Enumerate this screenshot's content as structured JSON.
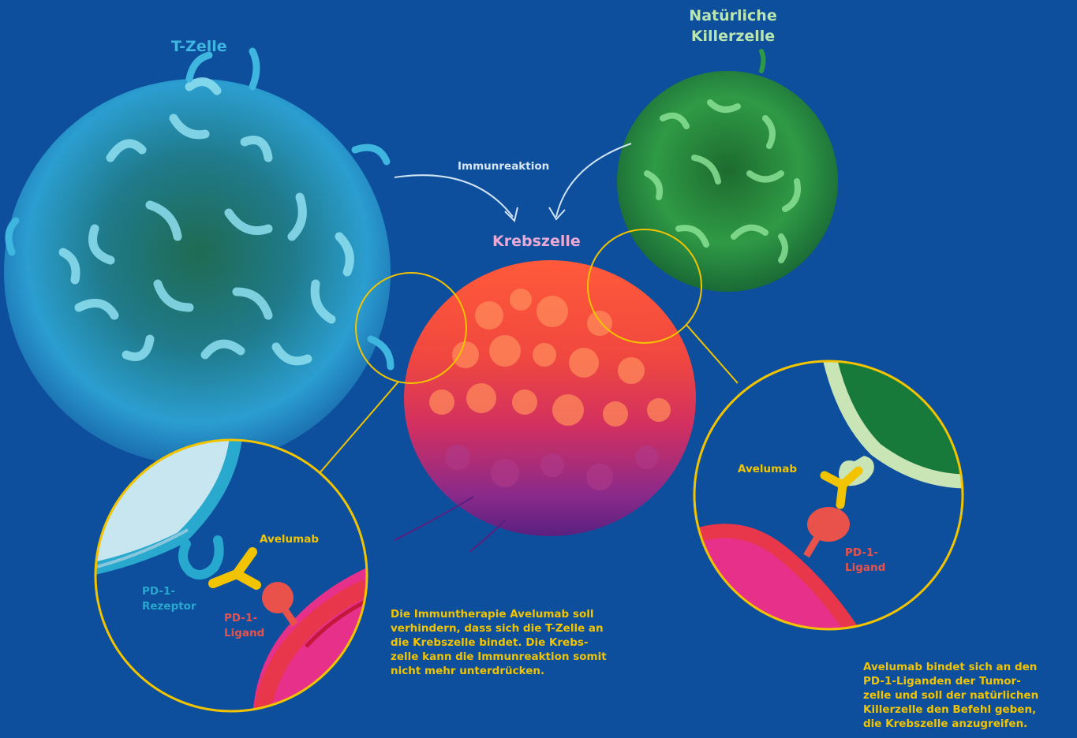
{
  "labels": {
    "t_cell": "T-Zelle",
    "nk_cell_line1": "Natürliche",
    "nk_cell_line2": "Killerzelle",
    "immune_response": "Immunreaktion",
    "cancer_cell": "Krebszelle",
    "left_zoom": {
      "avelumab": "Avelumab",
      "receptor_line1": "PD-1-",
      "receptor_line2": "Rezeptor",
      "ligand_line1": "PD-1-",
      "ligand_line2": "Ligand"
    },
    "right_zoom": {
      "avelumab": "Avelumab",
      "ligand_line1": "PD-1-",
      "ligand_line2": "Ligand"
    }
  },
  "captions": {
    "middle": [
      "Die Immuntherapie Avelumab soll",
      "verhindern, dass sich die T-Zelle an",
      "die Krebszelle bindet. Die Krebs-",
      "zelle kann die Immunreaktion somit",
      "nicht mehr unterdrücken."
    ],
    "right": [
      "Avelumab bindet sich an den",
      "PD-1-Liganden der Tumor-",
      "zelle und soll der natürlichen",
      "Killerzelle den Befehl geben,",
      "die Krebszelle anzugreifen."
    ]
  },
  "colors": {
    "background": "#0d4f9c",
    "t_cell_label": "#3fb6df",
    "nk_cell_label": "#b9e6b0",
    "cancer_label": "#e8a9d4",
    "immune_label": "#d6e6f5",
    "zoom_ring": "#f2c400",
    "avelumab": "#f2c400",
    "receptor": "#27a9cf",
    "ligand": "#e8524a",
    "caption": "#f2c400"
  }
}
